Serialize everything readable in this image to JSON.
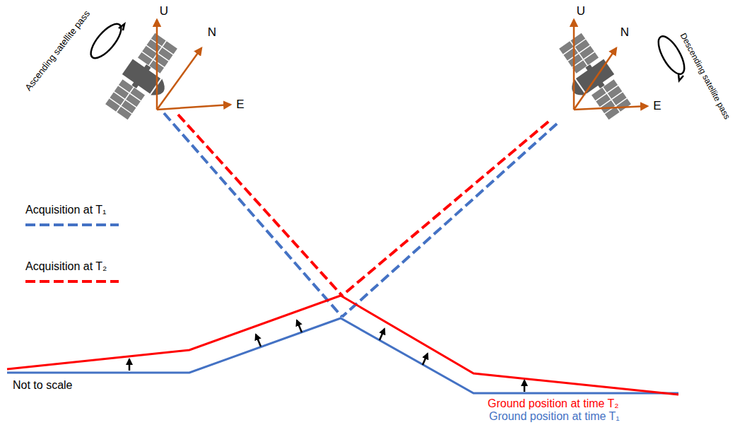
{
  "diagram": {
    "labels": [
      "Ascending satellite pass",
      "U",
      "N",
      "E",
      "U",
      "N",
      "E",
      "Descending satellite pass",
      "Not to scale",
      "Ground position at time T₂",
      "Ground position at time T₁"
    ],
    "legend": [
      {
        "text": "Acquisition at T₁"
      },
      {
        "text": "Acquisition at T₂"
      }
    ]
  }
}
